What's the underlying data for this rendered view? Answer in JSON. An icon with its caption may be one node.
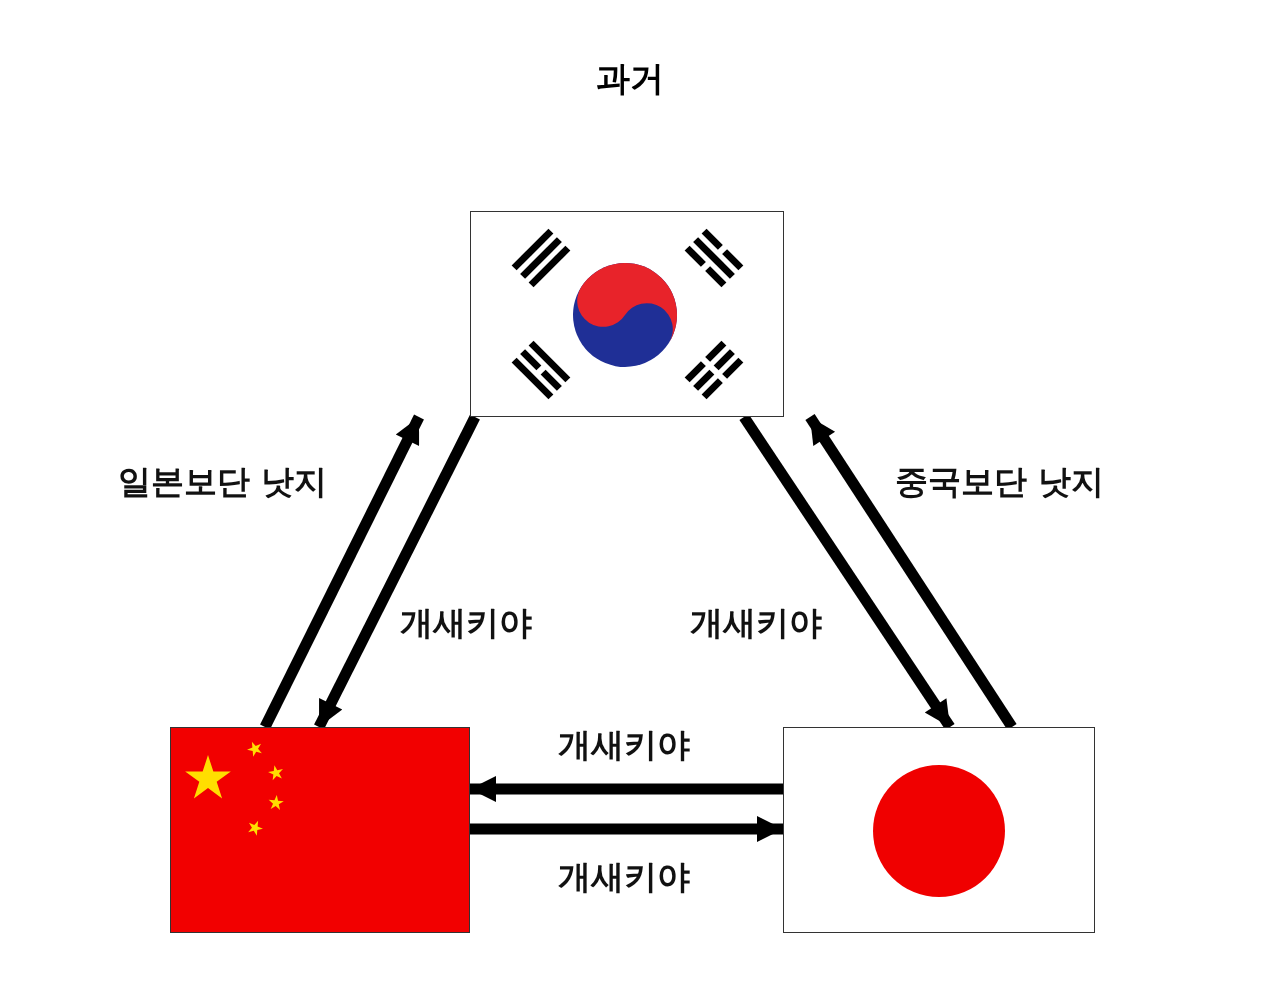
{
  "diagram": {
    "title": "과거",
    "nodes": [
      {
        "text": [],
        "shape": "flag"
      },
      {
        "text": [],
        "shape": "flag"
      },
      {
        "text": [],
        "shape": "flag"
      }
    ],
    "edges": [
      {
        "from": 1,
        "to": 0,
        "arrow": "to",
        "label": "일본보단 낫지"
      },
      {
        "from": 0,
        "to": 1,
        "arrow": "to",
        "label": "개새키야"
      },
      {
        "from": 0,
        "to": 2,
        "arrow": "to",
        "label": "개새키야"
      },
      {
        "from": 2,
        "to": 0,
        "arrow": "to",
        "label": "중국보단 낫지"
      },
      {
        "from": 2,
        "to": 1,
        "arrow": "to",
        "label": "개새키야"
      },
      {
        "from": 1,
        "to": 2,
        "arrow": "to",
        "label": "개새키야"
      }
    ]
  }
}
